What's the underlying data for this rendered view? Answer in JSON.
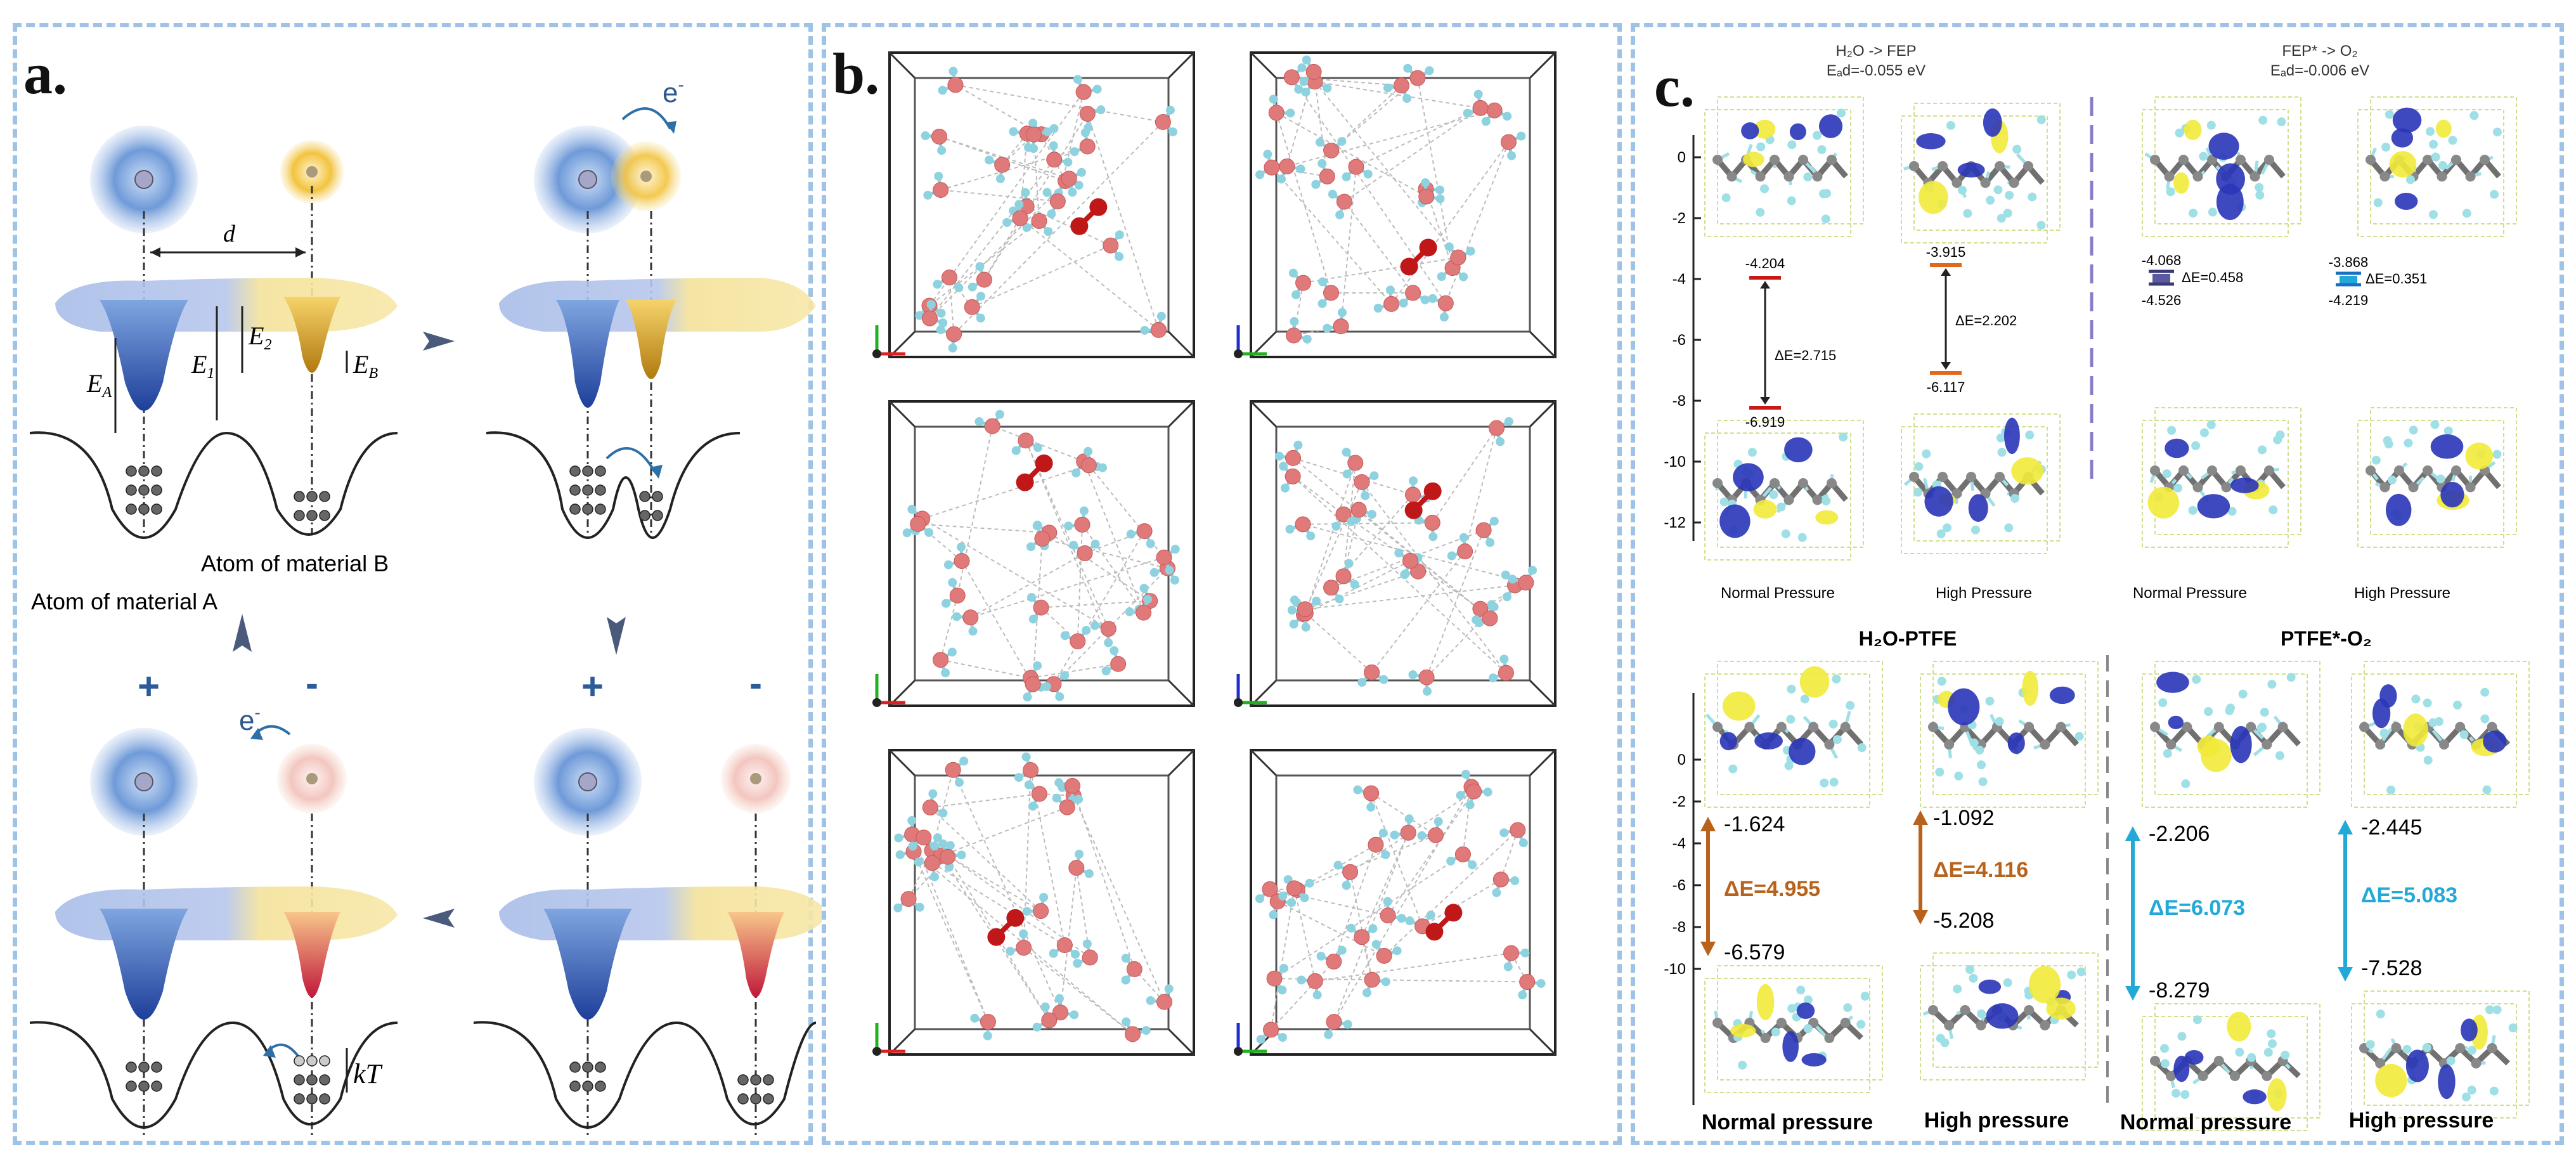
{
  "panel_a": {
    "label": "a.",
    "distance_label": "d",
    "energy_labels": {
      "ea": "E",
      "ea_sub": "A",
      "e1": "E",
      "e1_sub": "1",
      "e2": "E",
      "e2_sub": "2",
      "eb": "E",
      "eb_sub": "B"
    },
    "electron_label": "e",
    "electron_sup": "-",
    "atom_b_label": "Atom of material B",
    "atom_a_label": "Atom of material A",
    "plus": "+",
    "minus": "-",
    "kt_label": "kT",
    "colors": {
      "blue": "#3f6fc4",
      "yellow": "#f2c33e",
      "pink": "#e06a80",
      "arrow": "#4a5a7a"
    }
  },
  "panel_b": {
    "label": "b.",
    "colors": {
      "oxygen": "#e07a7a",
      "oxygen_dark": "#c01818",
      "hydrogen": "#8ed2df",
      "axis_x": "#e02020",
      "axis_y": "#20b020",
      "axis_z": "#2030d0"
    }
  },
  "panel_c": {
    "label": "c.",
    "top": {
      "title_left": "H₂O -> FEP",
      "eads_left": "Eₐd=-0.055 eV",
      "title_right": "FEP* -> O₂",
      "eads_right": "Eₐd=-0.006 eV",
      "axis_ticks": [
        "0",
        "-2",
        "-4",
        "-6",
        "-8",
        "-10",
        "-12"
      ],
      "columns": [
        {
          "homo": "-4.204",
          "lumo": "-6.919",
          "gap": "ΔE=2.715",
          "caption": "Normal Pressure"
        },
        {
          "homo": "-3.915",
          "lumo": "-6.117",
          "gap": "ΔE=2.202",
          "caption": "High Pressure"
        },
        {
          "homo": "-4.068",
          "lumo": "-4.526",
          "gap": "ΔE=0.458",
          "caption": "Normal Pressure"
        },
        {
          "homo": "-3.868",
          "lumo": "-4.219",
          "gap": "ΔE=0.351",
          "caption": "High Pressure"
        }
      ]
    },
    "bottom": {
      "title_left": "H₂O-PTFE",
      "title_right": "PTFE*-O₂",
      "axis_ticks": [
        "0",
        "-2",
        "-4",
        "-6",
        "-8",
        "-10"
      ],
      "columns": [
        {
          "homo": "-1.624",
          "lumo": "-6.579",
          "gap": "ΔE=4.955",
          "caption": "Normal pressure"
        },
        {
          "homo": "-1.092",
          "lumo": "-5.208",
          "gap": "ΔE=4.116",
          "caption": "High pressure"
        },
        {
          "homo": "-2.206",
          "lumo": "-8.279",
          "gap": "ΔE=6.073",
          "caption": "Normal pressure"
        },
        {
          "homo": "-2.445",
          "lumo": "-7.528",
          "gap": "ΔE=5.083",
          "caption": "High pressure"
        }
      ]
    },
    "colors": {
      "orange": "#b8621b",
      "cyan": "#22a9d8",
      "red": "#c81818",
      "divider_top": "#8c7cc6",
      "divider_bottom": "#888888",
      "molecule": "#707070",
      "fluorine": "#9fe0e6",
      "yellow_lobe": "#f1ea3a",
      "blue_lobe": "#2a35b8"
    }
  }
}
